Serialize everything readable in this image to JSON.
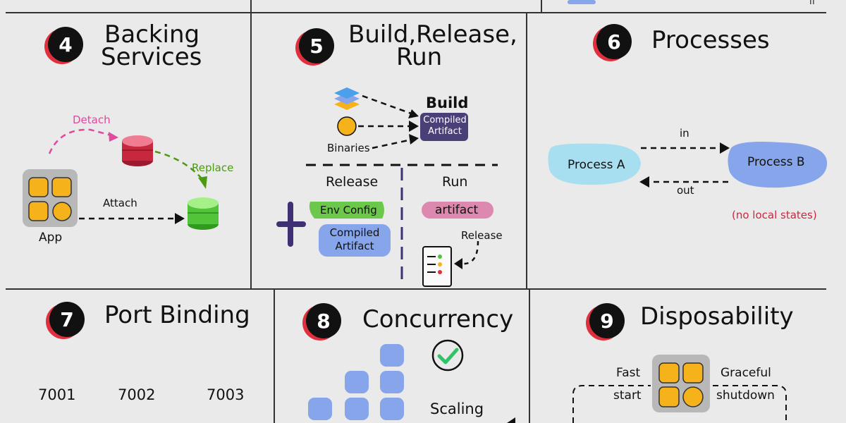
{
  "factors": {
    "f4": {
      "number": "4",
      "title_line1": "Backing",
      "title_line2": "Services",
      "detach": "Detach",
      "replace": "Replace",
      "attach": "Attach",
      "app": "App"
    },
    "f5": {
      "number": "5",
      "title_line1": "Build,Release,",
      "title_line2": "Run",
      "build": "Build",
      "compiled_artifact_1": "Compiled",
      "compiled_artifact_2": "Artifact",
      "binaries": "Binaries",
      "release": "Release",
      "run": "Run",
      "env_config": "Env Config",
      "compiled_1": "Compiled",
      "compiled_2": "Artifact",
      "artifact": "artifact",
      "release_arrow": "Release"
    },
    "f6": {
      "number": "6",
      "title": "Processes",
      "process_a": "Process A",
      "process_b": "Process B",
      "in": "in",
      "out": "out",
      "note": "(no local states)"
    },
    "f7": {
      "number": "7",
      "title": "Port Binding",
      "ports": [
        "7001",
        "7002",
        "7003"
      ]
    },
    "f8": {
      "number": "8",
      "title": "Concurrency",
      "scaling": "Scaling"
    },
    "f9": {
      "number": "9",
      "title": "Disposability",
      "fast": "Fast",
      "start": "start",
      "graceful": "Graceful",
      "shutdown": "shutdown"
    }
  },
  "colors": {
    "badge": "#111111",
    "badge_shadow": "#e0303d",
    "app_icon": "#f6b21b",
    "db_red": "#c8283e",
    "db_green": "#52c43a",
    "detach": "#e0499e",
    "replace": "#4d9a12",
    "artifact_purple": "#4a3f77",
    "process_a": "#a7dff0",
    "process_b": "#86a5ea",
    "env_config": "#6cc84a",
    "artifact_pink": "#dd88ae",
    "note": "#d0263d"
  }
}
